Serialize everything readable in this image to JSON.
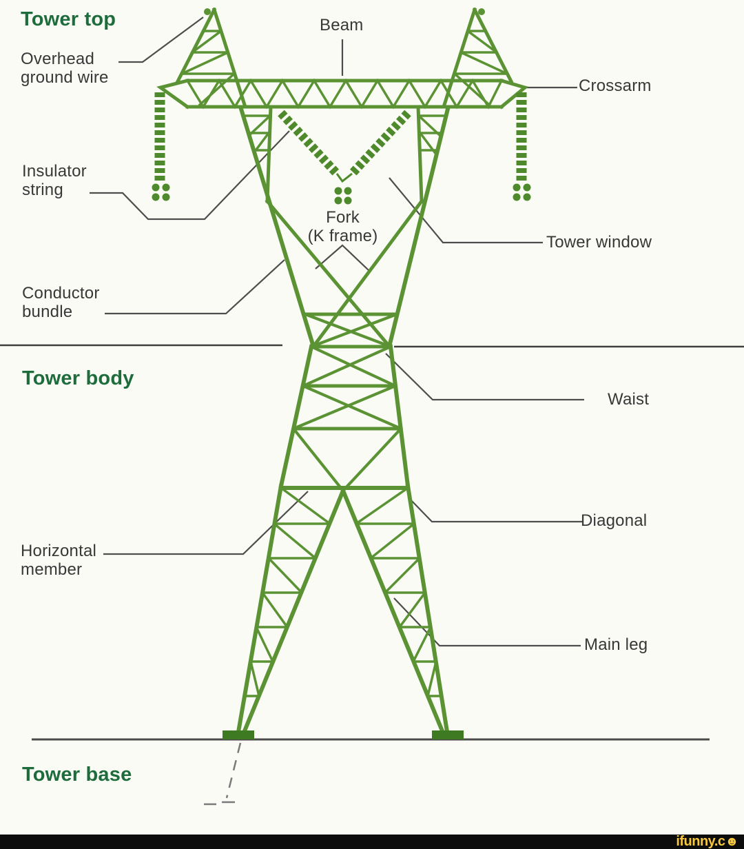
{
  "headings": {
    "tower_top": "Tower top",
    "tower_body": "Tower body",
    "tower_base": "Tower base"
  },
  "labels": {
    "overhead_ground_wire": "Overhead ground wire",
    "beam": "Beam",
    "crossarm": "Crossarm",
    "insulator_string": "Insulator string",
    "fork": {
      "line1": "Fork",
      "line2": "(K frame)"
    },
    "tower_window": "Tower window",
    "conductor_bundle": "Conductor bundle",
    "waist": "Waist",
    "diagonal": "Diagonal",
    "horizontal_member": "Horizontal member",
    "main_leg": "Main leg"
  },
  "watermark": {
    "text": "ifunny.c",
    "smiley_icon": "☻"
  },
  "colors": {
    "tower_green": "#5b9334",
    "insulator_green": "#4e8a2b",
    "feet_green": "#3e7a22",
    "heading_green": "#1e6c3c",
    "label_gray": "#383838",
    "leader_gray": "#4d4d4d",
    "divider_gray": "#3f3f3f",
    "ground_gray": "#4a4a4a",
    "background": "#f9fbf4",
    "footer_black": "#0c0c0c",
    "watermark_yellow": "#f7c73e"
  }
}
